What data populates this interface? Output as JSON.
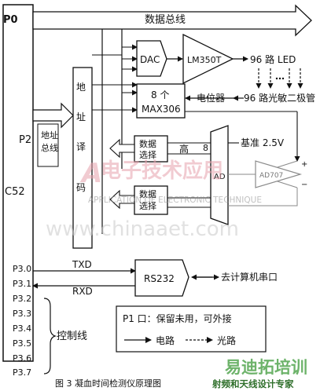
{
  "mcu": {
    "ports": {
      "p0": "P0",
      "p2": "P2",
      "c52": "C52"
    }
  },
  "bus": {
    "data_bus": "数据总线",
    "addr_bus": "地址总线"
  },
  "decoder": {
    "chars": [
      "地",
      "址",
      "译",
      "码"
    ]
  },
  "blocks": {
    "dac": "DAC",
    "lm": "LM350T",
    "led": "96 路 LED",
    "max_line1": "8 个",
    "max_line2": "MAX306",
    "potentiometer": "电位器",
    "photodiode": "96 路光敏二极管",
    "ref": "基准 2.5V",
    "sel1": [
      "数据",
      "选择"
    ],
    "sel2": [
      "数据",
      "选择"
    ],
    "high": "高",
    "eight": "8",
    "ad_label": "AD",
    "ad707": "AD707",
    "rs232": "RS232",
    "pc_port": "去计算机串口"
  },
  "serial": {
    "txd": "TXD",
    "rxd": "RXD"
  },
  "pins": [
    "P3.0",
    "P3.1",
    "P3.2",
    "P3.3",
    "P3.4",
    "P3.5",
    "P3.6",
    "P3.7"
  ],
  "control_line": "控制线",
  "legend": {
    "p1_note": "P1 口：保留未用，可外接",
    "circuit": "电路",
    "optical": "光路"
  },
  "watermark": {
    "brand": "电子技术应用",
    "letter": "A",
    "tagline": "APPLICATION OF ELECTRONIC TECHNIQUE",
    "url": "www.chinaaet.com"
  },
  "caption": "图 3  凝血时间检测仪原理图",
  "corner_logo": {
    "main": "易迪拓培训",
    "sub": "射频和天线设计专家"
  }
}
